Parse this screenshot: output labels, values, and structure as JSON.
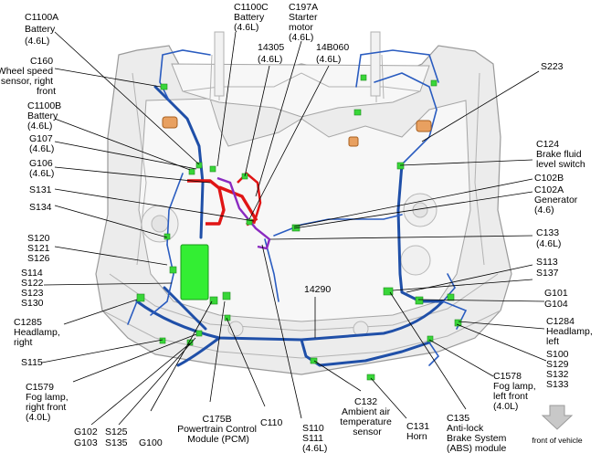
{
  "labels": {
    "c1100a": [
      "C1100A",
      "Battery",
      "(4.6L)"
    ],
    "c160": [
      "C160",
      "Wheel speed",
      "sensor, right",
      "front"
    ],
    "c1100b": [
      "C1100B",
      "Battery",
      "(4.6L)"
    ],
    "g107": [
      "G107",
      "(4.6L)"
    ],
    "g106": [
      "G106",
      "(4.6L)"
    ],
    "s131": "S131",
    "s134": "S134",
    "s120group": [
      "S120",
      "S121",
      "S126"
    ],
    "s114group": [
      "S114",
      "S122",
      "S123",
      "S130"
    ],
    "c1285": [
      "C1285",
      "Headlamp,",
      "right"
    ],
    "s115": "S115",
    "c1579": [
      "C1579",
      "Fog lamp,",
      "right front",
      "(4.0L)"
    ],
    "g102": [
      "G102",
      "G103"
    ],
    "s125": [
      "S125",
      "S135"
    ],
    "g100": "G100",
    "c175b": [
      "C175B",
      "Powertrain Control",
      "Module (PCM)"
    ],
    "c110": "C110",
    "s110": [
      "S110",
      "S111",
      "(4.6L)"
    ],
    "c132": [
      "C132",
      "Ambient air",
      "temperature",
      "sensor"
    ],
    "c131": [
      "C131",
      "Horn"
    ],
    "c135": [
      "C135",
      "Anti-lock",
      "Brake System",
      "(ABS) module"
    ],
    "c1578": [
      "C1578",
      "Fog lamp,",
      "left front",
      "(4.0L)"
    ],
    "s100group": [
      "S100",
      "S129",
      "S132",
      "S133"
    ],
    "c1284": [
      "C1284",
      "Headlamp,",
      "left"
    ],
    "g101": [
      "G101",
      "G104"
    ],
    "s113": [
      "S113",
      "S137"
    ],
    "c133": [
      "C133",
      "(4.6L)"
    ],
    "c102": [
      "C102B",
      "C102A",
      "Generator",
      "(4.6)"
    ],
    "c124": [
      "C124",
      "Brake fluid",
      "level switch"
    ],
    "s223": "S223",
    "c1100c": [
      "C1100C",
      "Battery",
      "(4.6L)"
    ],
    "n14305": [
      "14305",
      "(4.6L)"
    ],
    "c197a": [
      "C197A",
      "Starter",
      "motor",
      "(4.6L)"
    ],
    "n14b060": [
      "14B060",
      "(4.6L)"
    ],
    "n14290": "14290",
    "front": "front of vehicle"
  },
  "colors": {
    "harness": "#1f4fa8",
    "connector": "#39d639",
    "pcm": "#33ee33",
    "battery_cable": "#e01515",
    "starter_cable": "#8a2ac0",
    "orange_part": "#e8a060"
  }
}
